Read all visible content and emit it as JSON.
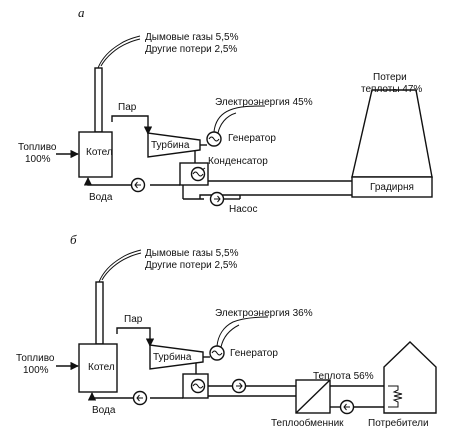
{
  "diagram_a": {
    "label": "а",
    "flue_gases": "Дымовые газы 5,5%",
    "other_losses": "Другие потери 2,5%",
    "steam": "Пар",
    "electricity": "Электроэнергия 45%",
    "heat_losses_line1": "Потери",
    "heat_losses_line2": "теплоты 47%",
    "fuel_line1": "Топливо",
    "fuel_line2": "100%",
    "boiler": "Котел",
    "turbine": "Турбина",
    "generator": "Генератор",
    "condenser": "Конденсатор",
    "cooling_tower": "Градирня",
    "water": "Вода",
    "pump": "Насос"
  },
  "diagram_b": {
    "label": "б",
    "flue_gases": "Дымовые газы 5,5%",
    "other_losses": "Другие потери 2,5%",
    "steam": "Пар",
    "electricity": "Электроэнергия 36%",
    "fuel_line1": "Топливо",
    "fuel_line2": "100%",
    "boiler": "Котел",
    "turbine": "Турбина",
    "generator": "Генератор",
    "heat": "Теплота 56%",
    "water": "Вода",
    "heat_exchanger": "Теплообменник",
    "consumers": "Потребители"
  }
}
